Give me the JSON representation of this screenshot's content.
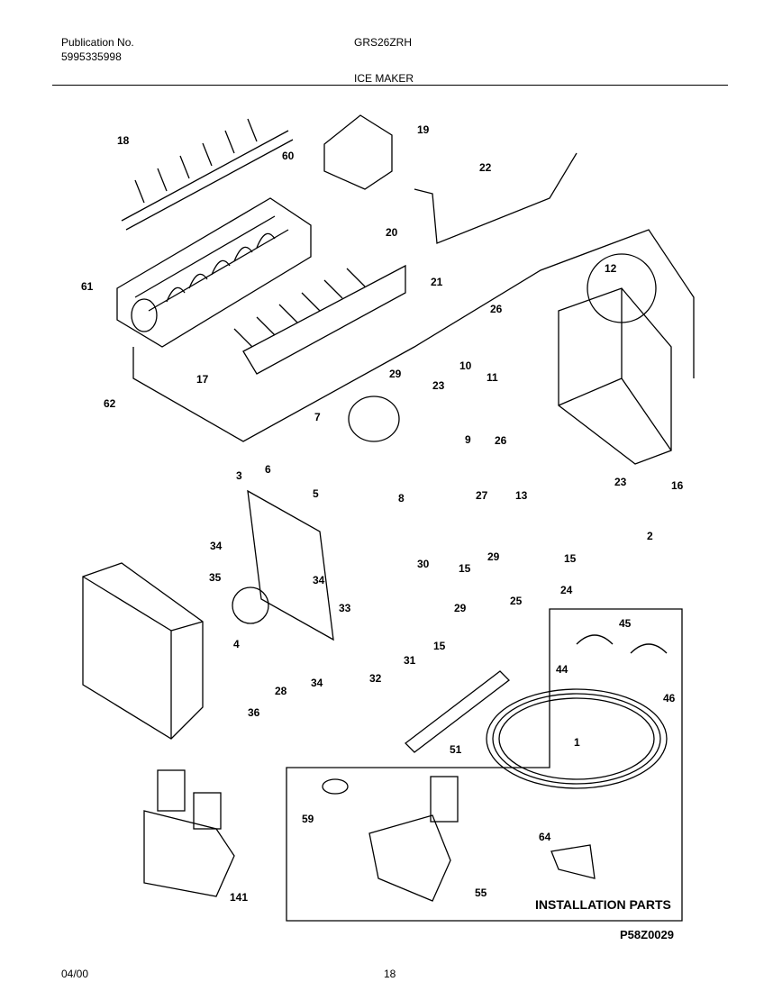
{
  "header": {
    "publication_label": "Publication No.",
    "publication_number": "5995335998",
    "model": "GRS26ZRH",
    "section_title": "ICE MAKER"
  },
  "footer": {
    "date": "04/00",
    "page": "18",
    "diagram_code": "P58Z0029"
  },
  "installation_box": {
    "title": "INSTALLATION PARTS"
  },
  "part_callouts": [
    "18",
    "60",
    "19",
    "22",
    "20",
    "21",
    "61",
    "62",
    "17",
    "12",
    "26",
    "11",
    "10",
    "23",
    "29",
    "7",
    "9",
    "26",
    "13",
    "23",
    "16",
    "3",
    "6",
    "5",
    "8",
    "27",
    "15",
    "2",
    "34",
    "35",
    "34",
    "33",
    "30",
    "29",
    "15",
    "29",
    "25",
    "24",
    "4",
    "28",
    "34",
    "32",
    "31",
    "15",
    "36",
    "45",
    "44",
    "46",
    "51",
    "1",
    "59",
    "64",
    "55",
    "141"
  ]
}
